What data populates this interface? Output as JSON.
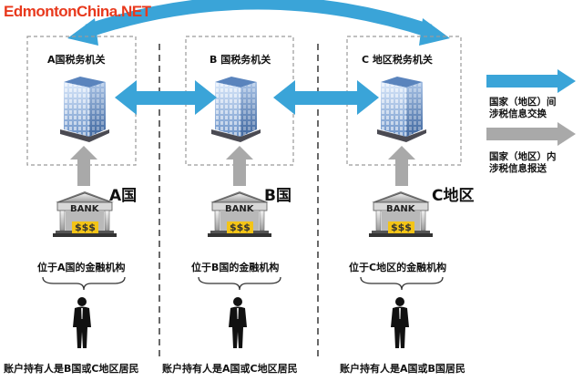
{
  "watermark": "EdmontonChina.NET",
  "tax_authorities": [
    {
      "label": "A国税务机关"
    },
    {
      "label": "B 国税务机关"
    },
    {
      "label": "C 地区税务机关"
    }
  ],
  "jurisdictions": [
    "A国",
    "B国",
    "C地区"
  ],
  "banks": [
    {
      "sign": "BANK",
      "money": "$$$"
    },
    {
      "sign": "BANK",
      "money": "$$$"
    },
    {
      "sign": "BANK",
      "money": "$$$"
    }
  ],
  "institutions": [
    "位于A国的金融机构",
    "位于B国的金融机构",
    "位于C地区的金融机构"
  ],
  "holders": [
    "账户持有人是B国或C地区居民",
    "账户持有人是A国或C地区居民",
    "账户持有人是A国或B国居民"
  ],
  "legend": {
    "exchange_line1": "国家（地区）间",
    "exchange_line2": "涉税信息交换",
    "domestic_line1": "国家（地区）内",
    "domestic_line2": "涉税信息报送"
  },
  "colors": {
    "exchange_arrow": "#3aa4d8",
    "domestic_arrow": "#a9a9a9",
    "dashed_border": "#9a9a9a",
    "watermark": "#e8391d"
  }
}
